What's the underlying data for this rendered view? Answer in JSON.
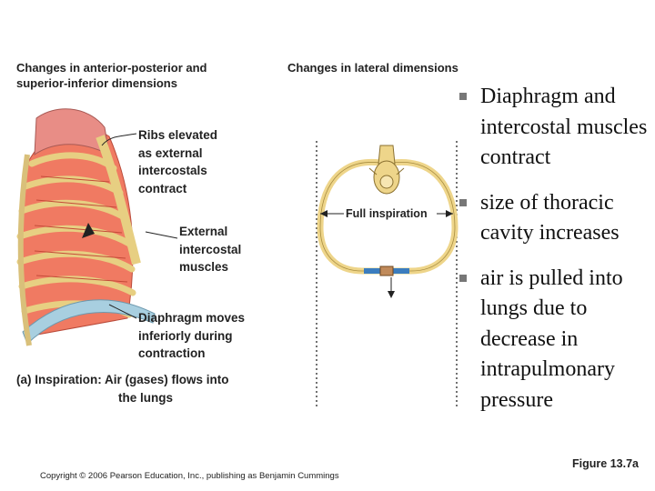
{
  "left_panel": {
    "header_line1": "Changes in anterior-posterior and",
    "header_line2": "superior-inferior dimensions",
    "labels": {
      "ribs": [
        "Ribs elevated",
        "as external",
        "intercostals",
        "contract"
      ],
      "external_intercostal": [
        "External",
        "intercostal",
        "muscles"
      ],
      "diaphragm": [
        "Diaphragm moves",
        "inferiorly during",
        "contraction"
      ]
    },
    "caption_line1": "(a) Inspiration: Air (gases) flows into",
    "caption_line2": "the lungs"
  },
  "right_panel": {
    "header": "Changes in lateral dimensions",
    "inspiration_label": "Full inspiration"
  },
  "bullets": [
    "Diaphragm and intercostal muscles contract",
    "size of thoracic cavity increases",
    "air is pulled into lungs due to decrease in intrapulmonary pressure"
  ],
  "figure_ref": "Figure 13.7a",
  "copyright": "Copyright © 2006 Pearson Education, Inc., publishing as Benjamin Cummings",
  "colors": {
    "lung": "#f07a62",
    "rib": "#eed58a",
    "diaphragm": "#a8cfe0",
    "muscle": "#3b7dbf"
  }
}
